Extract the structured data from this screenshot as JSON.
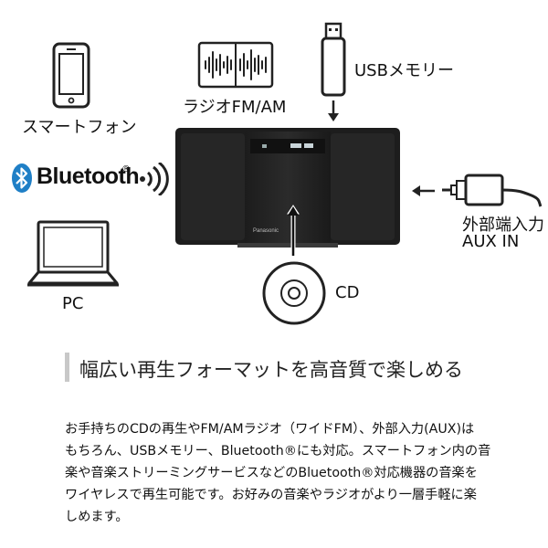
{
  "icons": {
    "smartphone": {
      "label": "スマートフォン",
      "icon": "smartphone-icon"
    },
    "radio": {
      "label": "ラジオFM/AM",
      "icon": "radio-waveform-icon"
    },
    "usb": {
      "label": "USBメモリー",
      "icon": "usb-stick-icon"
    },
    "bluetooth": {
      "label": "Bluetooth",
      "mark": "®",
      "icon": "bluetooth-icon",
      "color": "#1f7fc6"
    },
    "pc": {
      "label": "PC",
      "icon": "laptop-icon"
    },
    "cd": {
      "label": "CD",
      "icon": "cd-disc-icon"
    },
    "aux": {
      "label_line1": "外部端入力",
      "label_line2": "AUX IN",
      "icon": "aux-cable-icon"
    }
  },
  "device": {
    "brand": "Panasonic"
  },
  "heading": "幅広い再生フォーマットを高音質で楽しめる",
  "body_lines": [
    "お手持ちのCDの再生やFM/AMラジオ（ワイドFM）、外部入力(AUX)は",
    "もちろん、USBメモリー、Bluetooth®にも対応。スマートフォン内の音",
    "楽や音楽ストリーミングサービスなどのBluetooth®対応機器の音楽を",
    "ワイヤレスで再生可能です。お好みの音楽やラジオがより一層手軽に楽",
    "しめます。"
  ]
}
